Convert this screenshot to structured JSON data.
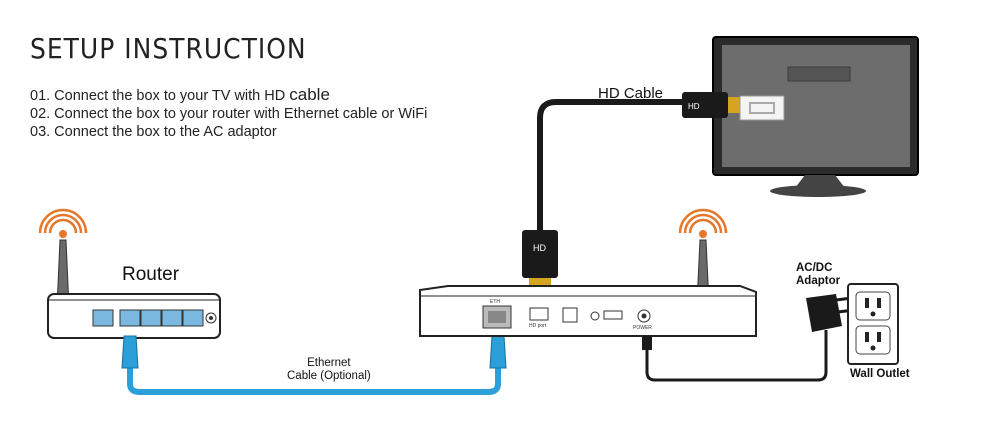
{
  "title": "SETUP INSTRUCTION",
  "steps": [
    {
      "prefix": "01. Connect the box to your TV with HD ",
      "suffix": "cable"
    },
    {
      "prefix": "02. Connect the box to your router with Ethernet cable or WiFi",
      "suffix": ""
    },
    {
      "prefix": "03. Connect the box to the AC adaptor",
      "suffix": ""
    }
  ],
  "labels": {
    "router": "Router",
    "hd_cable": "HD Cable",
    "ethernet_line1": "Ethernet",
    "ethernet_line2": "Cable  (Optional)",
    "acdc_line1": "AC/DC",
    "acdc_line2": "Adaptor",
    "wall_outlet": "Wall Outlet",
    "hd_plug": "HD",
    "eth_port": "ETH",
    "hd_port": "HD port",
    "power_port": "POWER"
  },
  "colors": {
    "ethernet_cable": "#2a9fd8",
    "wifi_signal": "#e8772a",
    "device_outline": "#222222"
  }
}
